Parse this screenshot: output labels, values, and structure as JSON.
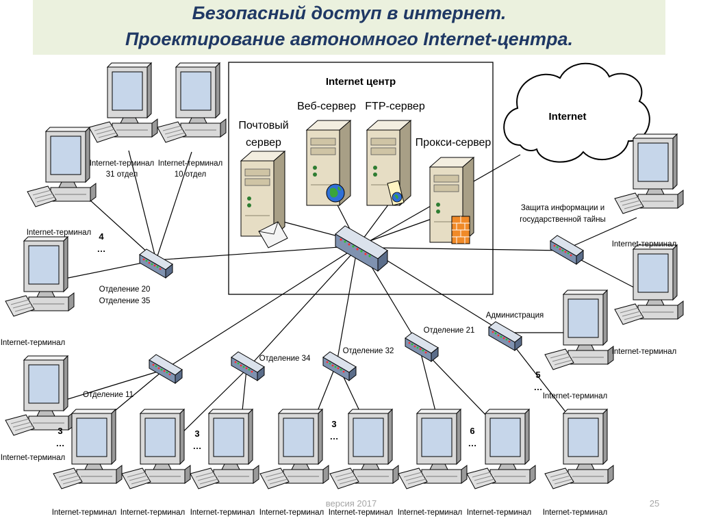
{
  "title": {
    "line1": "Безопасный доступ в интернет.",
    "line2": "Проектирование автономного Internet-центра."
  },
  "center": {
    "label": "Internet центр",
    "servers": {
      "mail": [
        "Почтовый",
        "сервер"
      ],
      "web": "Веб-сервер",
      "ftp": "FTP-сервер",
      "proxy": "Прокси-сервер"
    }
  },
  "internet": "Internet",
  "protection": [
    "Защита информации и",
    "государственной тайны"
  ],
  "branches": {
    "otd20": [
      "Отделение 20",
      "Отделение 35"
    ],
    "otd11": "Отделение 11",
    "otd34": "Отделение 34",
    "otd32": "Отделение 32",
    "otd21": "Отделение 21",
    "admin": "Администрация"
  },
  "terminals": {
    "t31": [
      "Internet-терминал",
      "31 отдел"
    ],
    "t10": [
      "Internet-терминал",
      "10 отдел"
    ],
    "generic": "Internet-терминал"
  },
  "counts": {
    "c4": "4",
    "c3a": "3",
    "c3b": "3",
    "c3c": "3",
    "c6": "6",
    "c5": "5",
    "ellipsis": "…"
  },
  "footer": {
    "version": "версия 2017",
    "page": "25"
  },
  "colors": {
    "title_bg": "#ebf1de",
    "title_text": "#1f3864",
    "server_beige": "#e6ddc4",
    "switch_blue": "#7f92b0"
  }
}
